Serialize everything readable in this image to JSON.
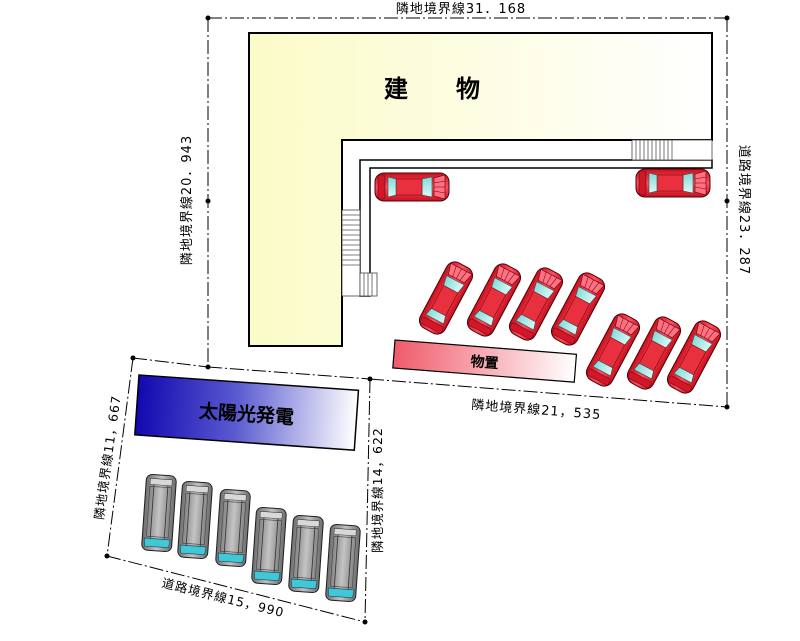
{
  "labels": {
    "building": "建　　物",
    "solar": "太陽光発電",
    "storage": "物置"
  },
  "dimensions": {
    "top": "隣地境界線31．168",
    "left": "隣地境界線20．943",
    "right": "道路境界線23．287",
    "bottom_main": "隣地境界線21，535",
    "lot_left": "隣地境界線11，667",
    "lot_right": "隣地境界線14，622",
    "lot_bottom": "道路境界線15，990"
  },
  "colors": {
    "building_fill": "#fbfbd2",
    "car_red": "#e41e2b",
    "car_glass": "#b8ece8",
    "car_gray": "#8e8e8e",
    "solar_blue": "#1c14b4",
    "storage_pink": "#f06070"
  },
  "icons": {
    "red_car": "red-car-icon",
    "gray_car": "gray-car-icon",
    "stairs": "stairs-icon"
  }
}
